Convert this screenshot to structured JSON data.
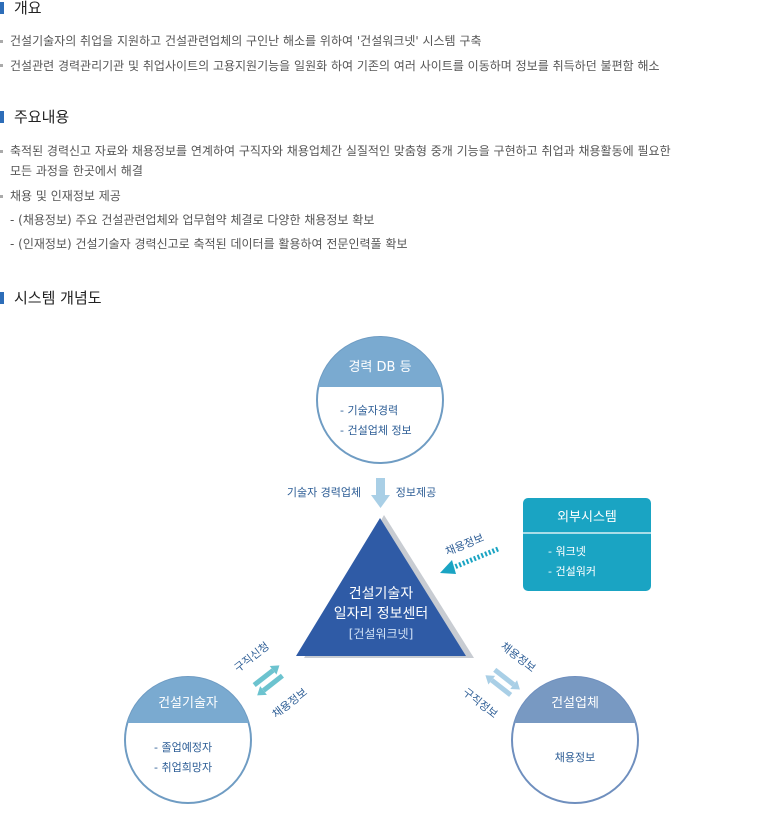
{
  "overview": {
    "title": "개요",
    "items": [
      "건설기술자의 취업을 지원하고 건설관련업체의 구인난 해소를 위하여 '건설워크넷' 시스템 구축",
      "건설관련 경력관리기관 및 취업사이트의 고용지원기능을 일원화 하여 기존의 여러 사이트를 이동하며 정보를 취득하던 불편함 해소"
    ]
  },
  "main_content": {
    "title": "주요내용",
    "item1_line1": "축적된 경력신고 자료와 채용정보를 연계하여 구직자와 채용업체간 실질적인 맞춤형 중개 기능을 구현하고 취업과 채용활동에 필요한",
    "item1_line2": "모든 과정을 한곳에서 해결",
    "item2": "채용 및 인재정보 제공",
    "sub1": "- (채용정보) 주요 건설관련업체와 업무협약 체결로 다양한 채용정보 확보",
    "sub2": "- (인재정보) 건설기술자 경력신고로 축적된 데이터를 활용하여 전문인력풀 확보"
  },
  "concept": {
    "title": "시스템 개념도"
  },
  "diagram": {
    "career_db": {
      "title": "경력 DB 등",
      "items": [
        "- 기술자경력",
        "- 건설업체 정보"
      ]
    },
    "top_arrow_left": "기술자 경력업체",
    "top_arrow_right": "정보제공",
    "external": {
      "title": "외부시스템",
      "items": [
        "- 워크넷",
        "- 건설워커"
      ]
    },
    "external_arrow_label": "채용정보",
    "center": {
      "line1": "건설기술자",
      "line2": "일자리 정보센터",
      "line3": "[건설워크넷]"
    },
    "engineer": {
      "title": "건설기술자",
      "items": [
        "- 졸업예정자",
        "- 취업희망자"
      ]
    },
    "left_arrow_top": "구직신청",
    "left_arrow_bottom": "채용정보",
    "company": {
      "title": "건설업체",
      "body": "채용정보"
    },
    "right_arrow_top": "채용정보",
    "right_arrow_bottom": "구직정보",
    "colors": {
      "circle_header": "#7aaad0",
      "circle_border": "#6f9cc3",
      "company_header": "#7899c2",
      "triangle": "#2f5ba6",
      "external_box": "#1aa4c3",
      "arrow_light": "#a9cfe6",
      "arrow_teal": "#6cc3cf",
      "text_blue": "#2e5e96"
    }
  }
}
